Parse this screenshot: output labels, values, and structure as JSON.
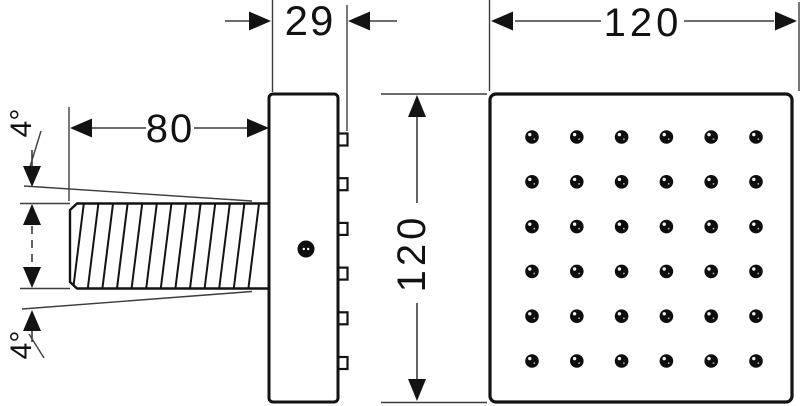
{
  "drawing": {
    "title": "square body shower technical drawing",
    "views": {
      "side_view": "side view with spray cone and faceplate",
      "front_view": "front view of 120x120 spray plate"
    },
    "dimensions": {
      "plate_depth": "29",
      "projection": "80",
      "front_width": "120",
      "front_height": "120",
      "angle_top": "4°",
      "angle_bottom": "4°"
    },
    "front_view": {
      "nozzle_rows": 6,
      "nozzle_cols": 6
    },
    "side_view": {
      "clip_count": 6,
      "hatch_line_count": 13
    },
    "colors": {
      "background": "#ffffff",
      "outline": "#131313",
      "thin_line": "#3d3d3d",
      "nozzle": "#0d0d0d"
    }
  }
}
